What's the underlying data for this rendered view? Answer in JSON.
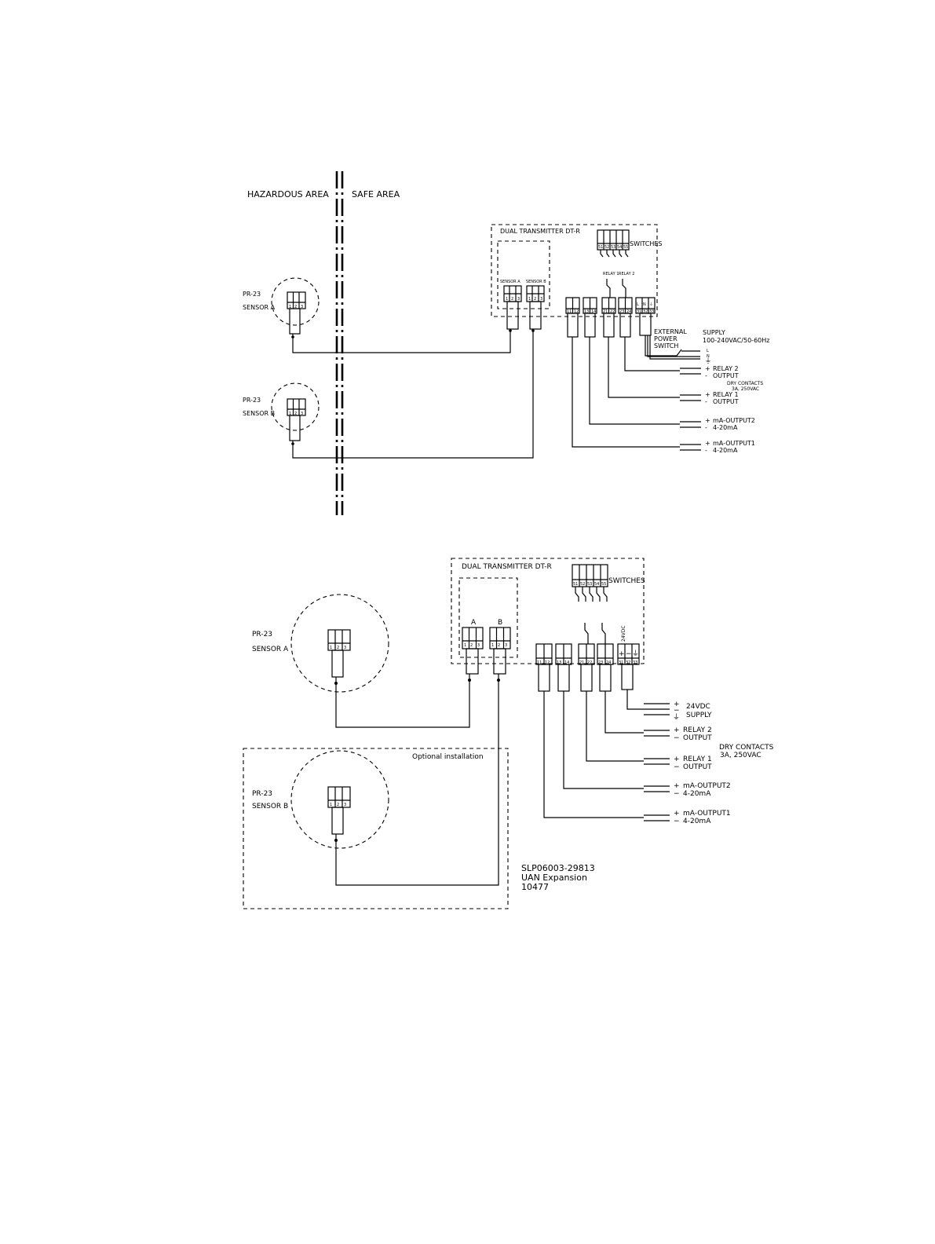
{
  "top": {
    "hazardous_label": "HAZARDOUS AREA",
    "safe_label": "SAFE AREA",
    "transmitter_title": "DUAL TRANSMITTER DT-R",
    "switches_label": "SWITCHES",
    "switch_numbers": [
      "51",
      "52",
      "53",
      "54",
      "55"
    ],
    "sensor_a_port_label": "SENSOR A",
    "sensor_b_port_label": "SENSOR B",
    "port_pins": [
      "1",
      "2",
      "3"
    ],
    "relay1_label": "RELAY 1",
    "relay2_label": "RELAY 2",
    "terminal_numbers": [
      "11",
      "12",
      "13",
      "14",
      "21",
      "22",
      "23",
      "24",
      "31",
      "32",
      "33"
    ],
    "supply_terminal_marks": [
      "L",
      "N",
      "⏚"
    ],
    "external_switch": [
      "EXTERNAL",
      "POWER",
      "SWITCH"
    ],
    "supply_title": "SUPPLY",
    "supply_spec": "100-240VAC/50-60Hz",
    "supply_lines": [
      "L",
      "N",
      "⏚"
    ],
    "outputs": [
      {
        "plus": "+",
        "name": "RELAY 2",
        "minus": "-",
        "sub": "OUTPUT"
      },
      {
        "plus": "+",
        "name": "RELAY 1",
        "minus": "-",
        "sub": "OUTPUT"
      },
      {
        "plus": "+",
        "name": "mA-OUTPUT2",
        "minus": "-",
        "sub": "4-20mA"
      },
      {
        "plus": "+",
        "name": "mA-OUTPUT1",
        "minus": "-",
        "sub": "4-20mA"
      }
    ],
    "dry_contacts": [
      "DRY CONTACTS",
      "3A, 250VAC"
    ],
    "sensor_a": {
      "model": "PR-23",
      "name": "SENSOR A"
    },
    "sensor_b": {
      "model": "PR-23",
      "name": "SENSOR B"
    }
  },
  "bottom": {
    "transmitter_title": "DUAL TRANSMITTER DT-R",
    "switches_label": "SWITCHES",
    "switch_numbers": [
      "51",
      "52",
      "53",
      "54",
      "55"
    ],
    "port_a": "A",
    "port_b": "B",
    "port_pins": [
      "1",
      "2",
      "3"
    ],
    "terminal_numbers": [
      "11",
      "12",
      "13",
      "14",
      "21",
      "22",
      "23",
      "24",
      "31",
      "32",
      "33"
    ],
    "supply_voltage_label": "24VDC",
    "supply_marks": [
      "+",
      "−",
      "⏚"
    ],
    "supply": {
      "plus": "+",
      "v": "24VDC",
      "minus": "−",
      "sub": "SUPPLY"
    },
    "outputs": [
      {
        "plus": "+",
        "name": "RELAY 2",
        "minus": "−",
        "sub": "OUTPUT"
      },
      {
        "plus": "+",
        "name": "RELAY 1",
        "minus": "−",
        "sub": "OUTPUT"
      },
      {
        "plus": "+",
        "name": "mA-OUTPUT2",
        "minus": "−",
        "sub": "4-20mA"
      },
      {
        "plus": "+",
        "name": "mA-OUTPUT1",
        "minus": "−",
        "sub": "4-20mA"
      }
    ],
    "dry_contacts": [
      "DRY CONTACTS",
      "3A, 250VAC"
    ],
    "sensor_a": {
      "model": "PR-23",
      "name": "SENSOR A"
    },
    "sensor_b": {
      "model": "PR-23",
      "name": "SENSOR B"
    },
    "optional_label": "Optional installation",
    "ref_lines": [
      "SLP06003-29813",
      "UAN Expansion",
      "10477"
    ]
  }
}
